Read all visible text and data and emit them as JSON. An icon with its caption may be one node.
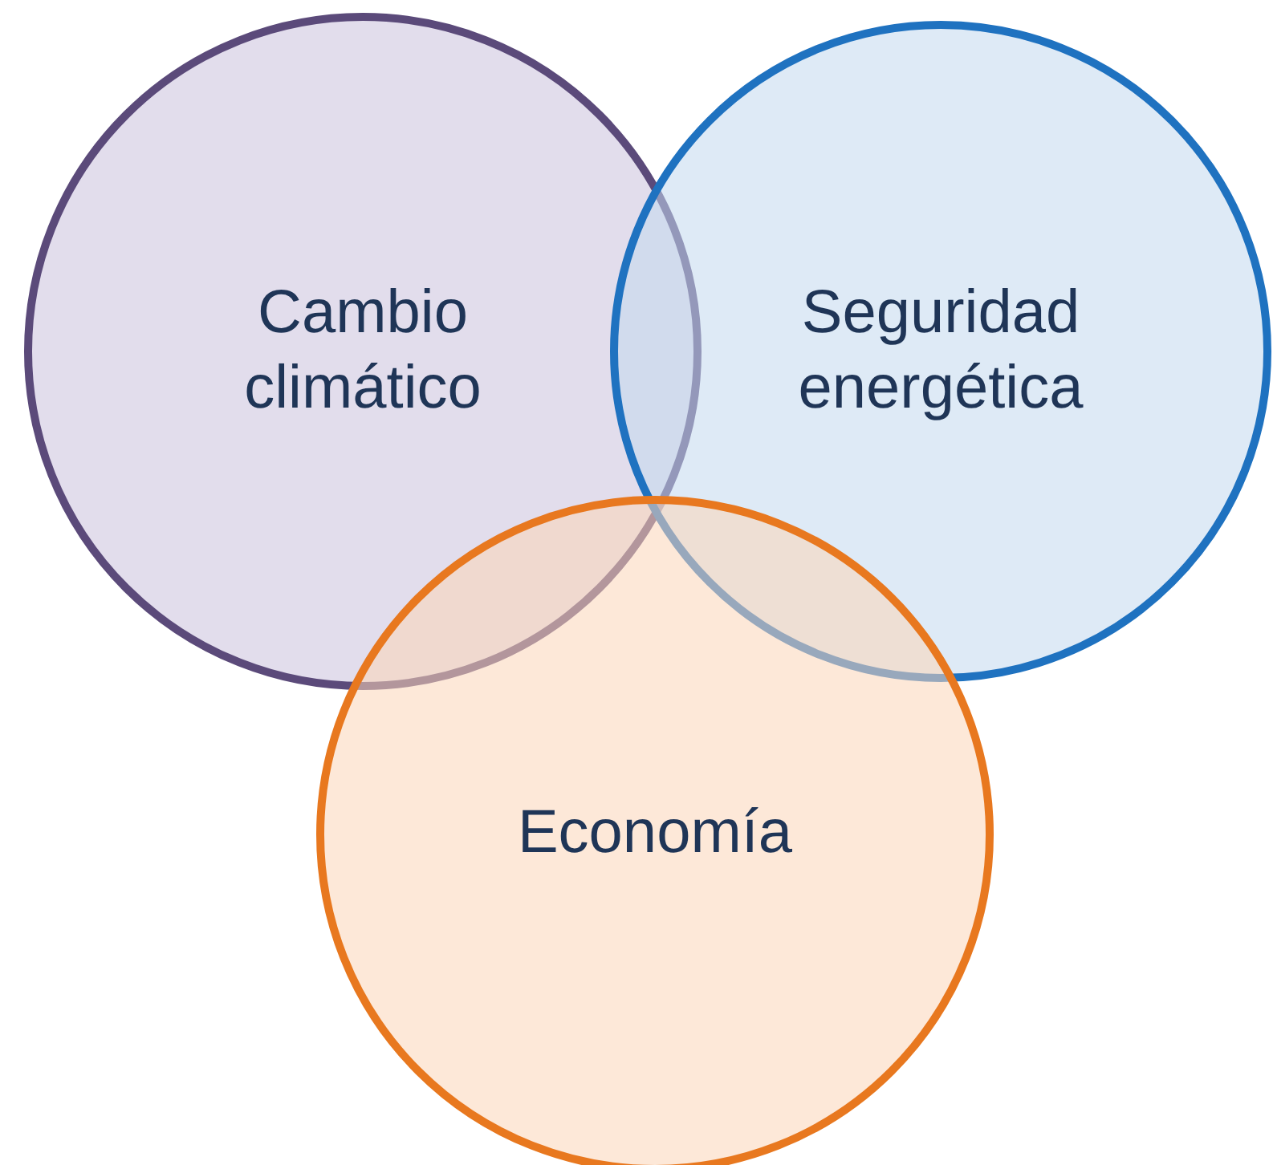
{
  "diagram": {
    "nodes": [
      {
        "text": [
          "Cambio climático"
        ]
      },
      {
        "text": [
          "Seguridad energética"
        ]
      },
      {
        "text": [
          "Economía"
        ]
      }
    ]
  }
}
